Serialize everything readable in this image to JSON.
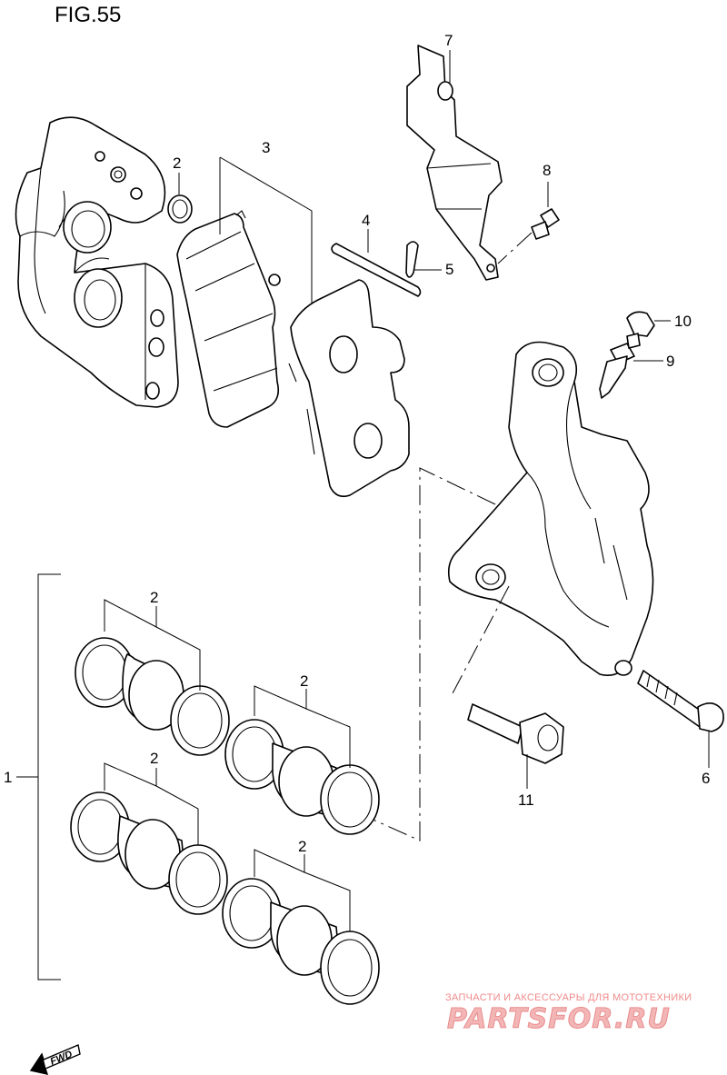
{
  "figure": {
    "title": "FIG.55"
  },
  "callouts": [
    {
      "id": "c1",
      "label": "1"
    },
    {
      "id": "c2a",
      "label": "2"
    },
    {
      "id": "c2b",
      "label": "2"
    },
    {
      "id": "c2c",
      "label": "2"
    },
    {
      "id": "c2d",
      "label": "2"
    },
    {
      "id": "c2e",
      "label": "2"
    },
    {
      "id": "c3",
      "label": "3"
    },
    {
      "id": "c4",
      "label": "4"
    },
    {
      "id": "c5",
      "label": "5"
    },
    {
      "id": "c6",
      "label": "6"
    },
    {
      "id": "c7",
      "label": "7"
    },
    {
      "id": "c8",
      "label": "8"
    },
    {
      "id": "c9",
      "label": "9"
    },
    {
      "id": "c10",
      "label": "10"
    },
    {
      "id": "c11",
      "label": "11"
    }
  ],
  "watermark": {
    "tagline": "ЗАПЧАСТИ И АКСЕССУАРЫ ДЛЯ МОТОТЕХНИКИ",
    "brand": "PARTSFOR.RU"
  },
  "direction": {
    "label": "FWD"
  }
}
